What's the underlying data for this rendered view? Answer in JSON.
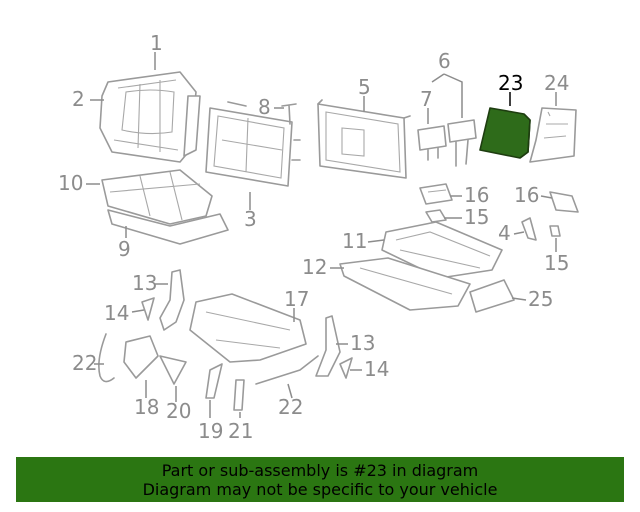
{
  "callouts": {
    "c1": "1",
    "c2": "2",
    "c3": "3",
    "c4": "4",
    "c5": "5",
    "c6": "6",
    "c7": "7",
    "c8": "8",
    "c9": "9",
    "c10": "10",
    "c11": "11",
    "c12": "12",
    "c13a": "13",
    "c13b": "13",
    "c14a": "14",
    "c14b": "14",
    "c15a": "15",
    "c15b": "15",
    "c16a": "16",
    "c16b": "16",
    "c17": "17",
    "c18": "18",
    "c19": "19",
    "c20": "20",
    "c21": "21",
    "c22a": "22",
    "c22b": "22",
    "c23": "23",
    "c24": "24",
    "c25": "25"
  },
  "highlighted_part": "23",
  "colors": {
    "highlight_fill": "#2e6b1a",
    "banner_bg": "#2b7612",
    "part_stroke": "#9a9a9a",
    "label": "#8c8c8c"
  },
  "banner": {
    "line1": "Part or sub-assembly is #23 in diagram",
    "line2": "Diagram may not be specific to your vehicle"
  }
}
